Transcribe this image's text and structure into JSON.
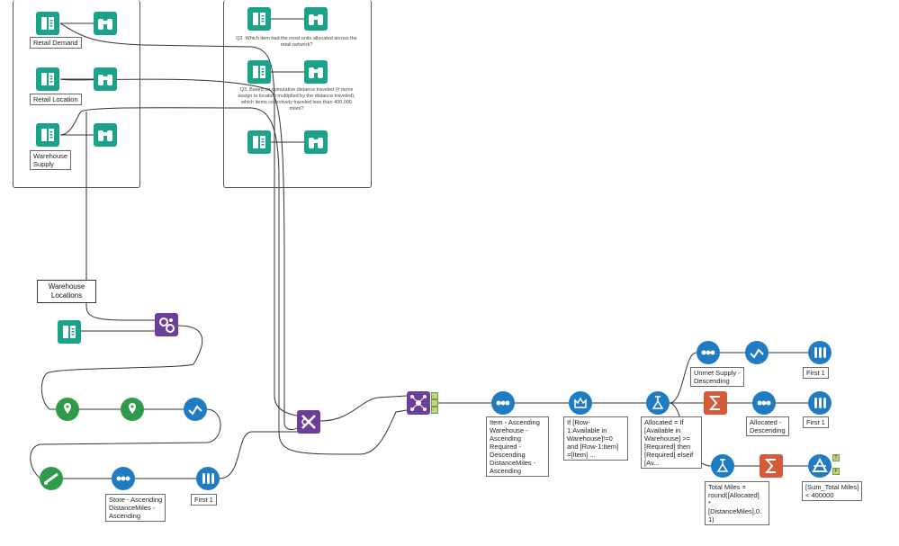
{
  "colors": {
    "input_teal": "#1aa38a",
    "browse_teal": "#1aa38a",
    "sort_blue": "#1f7bc2",
    "formula_blue": "#1f7bc2",
    "select_blue": "#1f7bc2",
    "summarize_orange": "#d45a3a",
    "join_purple": "#6b3f98",
    "geo_green": "#2e9a4a",
    "anchor_green": "#b8d977",
    "connector": "#333333"
  },
  "containers": {
    "left_inputs": {
      "retail_demand_label": "Retail Demand",
      "retail_location_label": "Retail Location",
      "warehouse_supply_label": "Warehouse\nSupply"
    },
    "questions": {
      "q2": "Q2. Which item had the most units allocated across the\nretail network?",
      "q3": "Q3. Based on cumulative distance traveled (# items\nassign to location multiplied by the distance traveled),\nwhich items collectively traveled less than 400,000\nmiles?"
    }
  },
  "comment_warehouse_locations": "Warehouse\nLocations",
  "annotations": {
    "sort_store": "Store - Ascending\nDistanceMiles -\nAscending",
    "sample_first1_a": "First 1",
    "sort_item": "Item - Ascending\nWarehouse -\nAscending\nRequired -\nDescending\nDistanceMiles -\nAscending",
    "multirow_if": "If [Row-\n1:Available in\nWarehouse]!=0\nand [Row-1:Item]\n=[Item] ...",
    "formula_allocated": "Allocated = If\n[Available in\nWarehouse] >=\n[Required] then\n[Required] elseif\n[Av...",
    "sort_unmet": "Unmet Supply -\nDescending",
    "sample_first1_b": "First 1",
    "sort_allocated": "Allocated -\nDescending",
    "sample_first1_c": "First 1",
    "formula_total_miles": "Total Miles =\nround([Allocated]\n*\n[DistanceMiles],0.\n1)",
    "filter_sum": "[Sum_Total Miles]\n< 400000"
  },
  "filter_ports": {
    "true": "T",
    "false": "F"
  },
  "join_ports": {
    "left": "L",
    "join": "J",
    "right": "R"
  }
}
